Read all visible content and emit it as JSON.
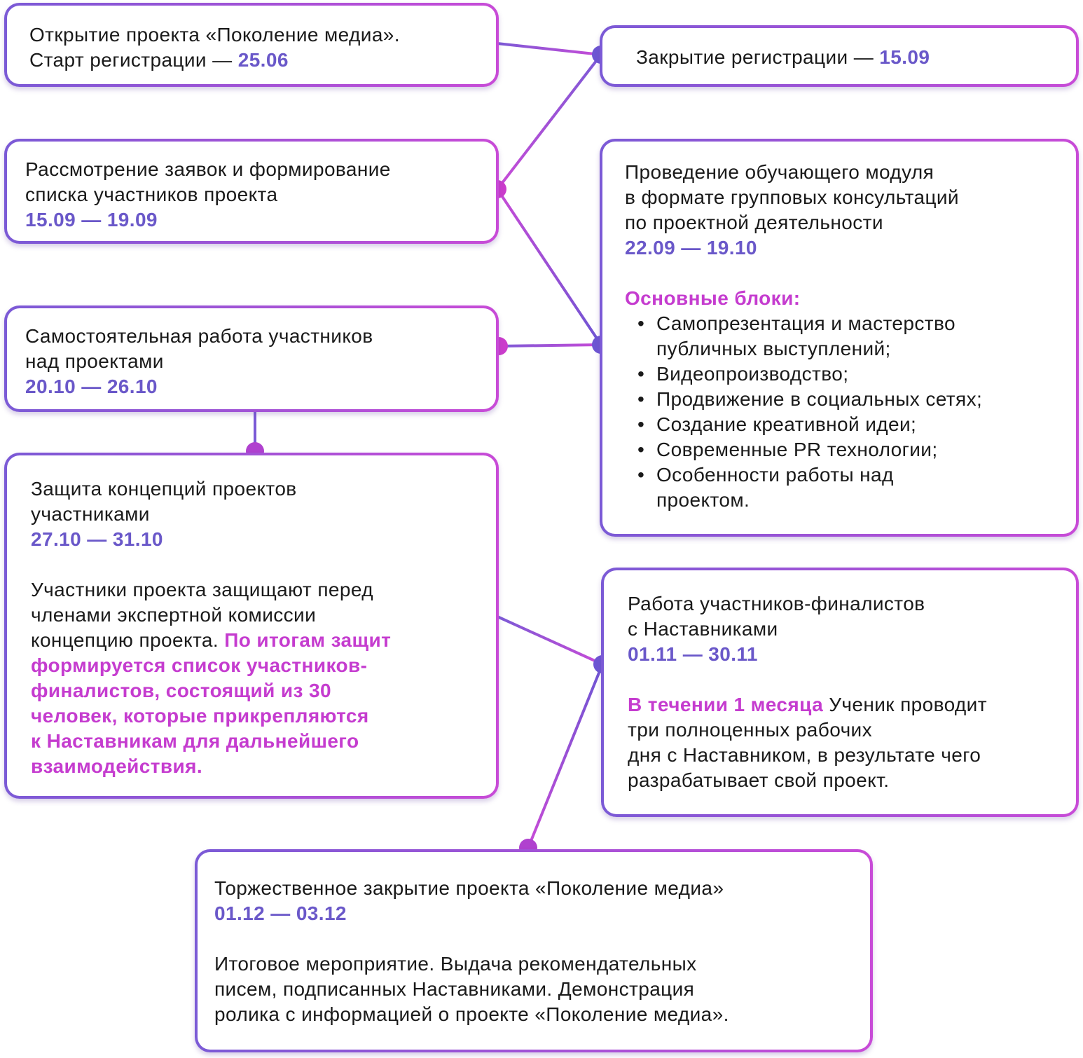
{
  "colors": {
    "border_start": "#7b5ad6",
    "border_end": "#c84bd7",
    "date": "#6a58c9",
    "highlight": "#c53ccf",
    "dot_purple": "#6d55d3",
    "dot_magenta": "#cb3ccc"
  },
  "box1": {
    "line1": "Открытие проекта «Поколение медиа».",
    "line2_prefix": "Старт регистрации — ",
    "date": "25.06"
  },
  "box2": {
    "prefix": "Закрытие регистрации — ",
    "date": "15.09"
  },
  "box3": {
    "line1": "Рассмотрение заявок и формирование",
    "line2": "списка участников проекта",
    "date": "15.09 — 19.09"
  },
  "box4": {
    "line1": "Проведение обучающего модуля",
    "line2": "в формате групповых консультаций",
    "line3": "по проектной деятельности",
    "date": "22.09 — 19.10",
    "blocks_title": "Основные блоки:",
    "bullets": [
      [
        "Самопрезентация и мастерство",
        "публичных выступлений;"
      ],
      [
        "Видеопроизводство;"
      ],
      [
        "Продвижение в социальных сетях;"
      ],
      [
        "Создание креативной идеи;"
      ],
      [
        "Современные PR технологии;"
      ],
      [
        "Особенности работы над",
        "проектом."
      ]
    ]
  },
  "box5": {
    "line1": "Самостоятельная работа участников",
    "line2": "над проектами",
    "date": "20.10 — 26.10"
  },
  "box6": {
    "line1": "Защита концепций проектов",
    "line2": "участниками",
    "date": "27.10 — 31.10",
    "desc1": "Участники проекта защищают перед",
    "desc2": "членами экспертной комиссии",
    "desc3": "концепцию проекта. ",
    "hl1": "По итогам защит",
    "hl2": "формируется список участников-",
    "hl3": "финалистов, состоящий из 30",
    "hl4": "человек, которые прикрепляются",
    "hl5": "к Наставникам для дальнейшего",
    "hl6": "взаимодействия."
  },
  "box7": {
    "line1": "Работа участников-финалистов",
    "line2": "с Наставниками",
    "date": "01.11 — 30.11",
    "hl": "В течении 1 месяца",
    "text1": " Ученик проводит",
    "text2": "три полноценных рабочих",
    "text3": "дня с Наставником, в результате чего",
    "text4": "разрабатывает свой проект."
  },
  "box8": {
    "line1": "Торжественное закрытие проекта «Поколение медиа»",
    "date": "01.12 — 03.12",
    "desc1": "Итоговое мероприятие. Выдача рекомендательных",
    "desc2": "писем, подписанных Наставниками. Демонстрация",
    "desc3": "ролика с информацией о проекте «Поколение медиа»."
  }
}
